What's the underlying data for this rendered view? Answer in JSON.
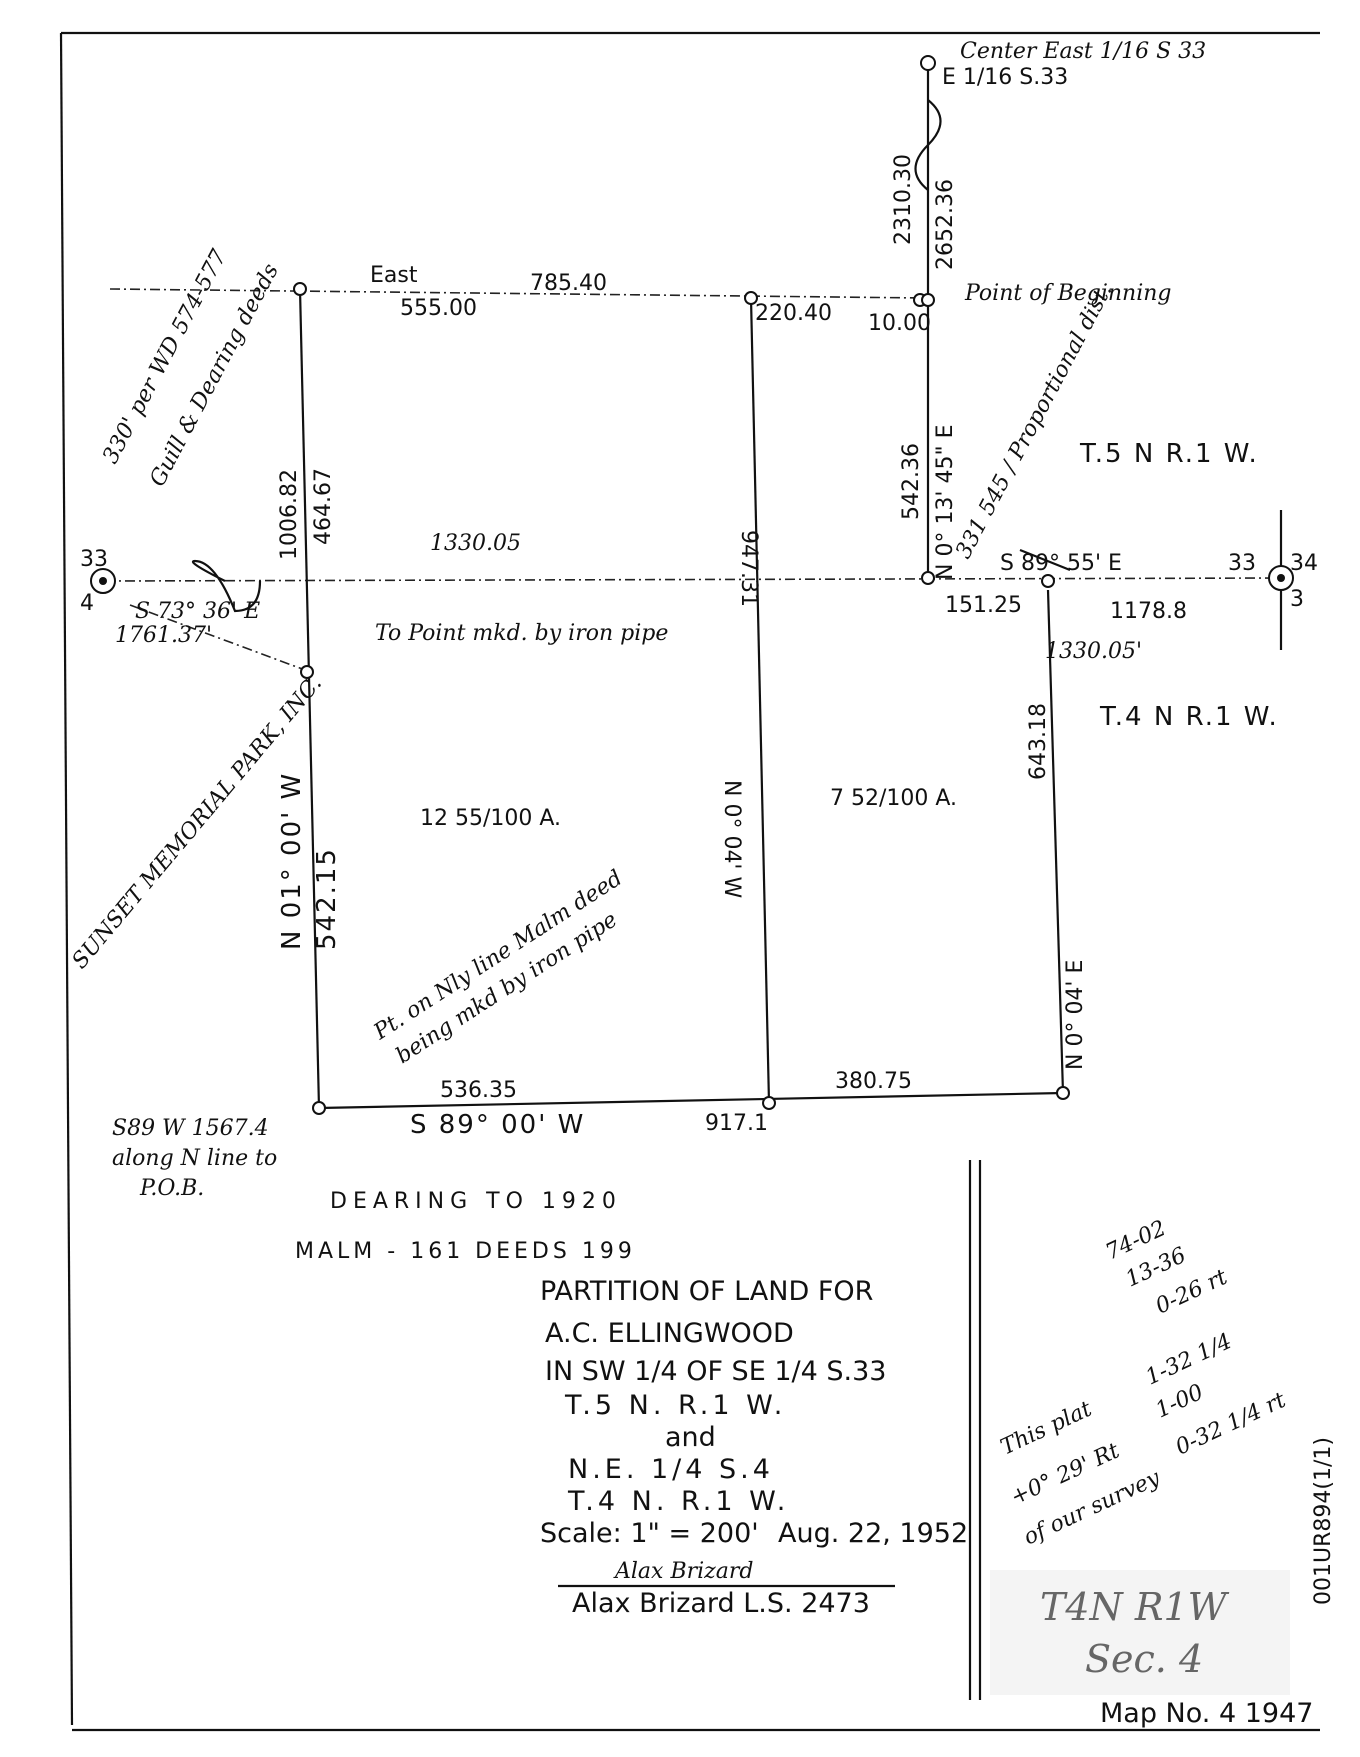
{
  "plat": {
    "title_block": {
      "line1": "PARTITION OF LAND FOR",
      "line2": "A.C. ELLINGWOOD",
      "line3": "IN SW 1/4 OF SE 1/4 S.33",
      "line4": "T.5 N.   R.1 W.",
      "line5": "and",
      "line6": "N.E. 1/4  S.4",
      "line7": "T.4 N.   R.1 W.",
      "scale": "Scale: 1\" = 200'",
      "date": "Aug. 22, 1952",
      "signature": "Alax Brizard",
      "surveyor": "Alax Brizard  L.S. 2473",
      "map_no": "Map No. 4 1947"
    },
    "dimensions": {
      "east": "East",
      "top_555": "555.00",
      "top_785": "785.40",
      "top_220": "220.40",
      "pob_10": "10.00",
      "left_1006": "1006.82",
      "left_464": "464.67",
      "mid_1330": "1330.05",
      "mid_vert_947": "947.31",
      "right_542": "542.36",
      "right_bearing": "N 0° 13' 45\" E",
      "top_right_2310": "2310.30",
      "top_right_2652": "2652.36",
      "s89_55": "S 89° 55' E",
      "d151": "151.25",
      "d1178": "1178.8",
      "d1330b": "1330.05'",
      "west_bearing": "N 01° 00' W",
      "west_542": "542.15",
      "mid_bearing": "N 0° 04' W",
      "east_643": "643.18",
      "east_bearing": "N 0° 04' E",
      "bottom_536": "536.35",
      "bottom_380": "380.75",
      "bottom_bearing": "S 89° 00' W",
      "bottom_917": "917.1",
      "area_west": "12 55/100 A.",
      "area_east": "7 52/100 A.",
      "sec33_left": "33",
      "sec4_left": "4",
      "sec33_right": "33",
      "sec34_right": "34",
      "sec3_right": "3",
      "t5n": "T.5 N  R.1 W.",
      "t4n": "T.4 N  R.1 W."
    },
    "handwritten": {
      "center_east": "Center East 1/16 S 33",
      "e16": "E 1/16 S.33",
      "point_of_beginning": "Point of Beginning",
      "proportional": "331 545 / Proportional dist.",
      "note_330": "330' per WD 574-577",
      "note_guill": "Guill & Dearing deeds",
      "s73": "S 73° 36' E",
      "d1761": "1761.37'",
      "to_point": "To Point mkd. by iron pipe",
      "sunset": "SUNSET MEMORIAL PARK, INC.",
      "pt_on_nly": "Pt. on Nly line Malm deed",
      "being_mkd": "being mkd by iron pipe",
      "s89w": "S89 W 1567.4",
      "along": "along N line to",
      "pob": "P.O.B.",
      "dearing": "DEARING TO 1920",
      "malm": "MALM - 161 DEEDS 199",
      "calc1": "74-02",
      "calc2": "13-36",
      "calc3": "0-26 rt",
      "calc4": "1-32 1/4",
      "calc5": "1-00",
      "calc6": "0-32 1/4 rt",
      "this_plat": "This plat",
      "plus_029": "+0° 29' Rt",
      "of_survey": "of our survey"
    },
    "sticky_note": {
      "line1": "T4N R1W",
      "line2": "Sec. 4"
    },
    "doc_id": "001UR894(1/1)"
  }
}
